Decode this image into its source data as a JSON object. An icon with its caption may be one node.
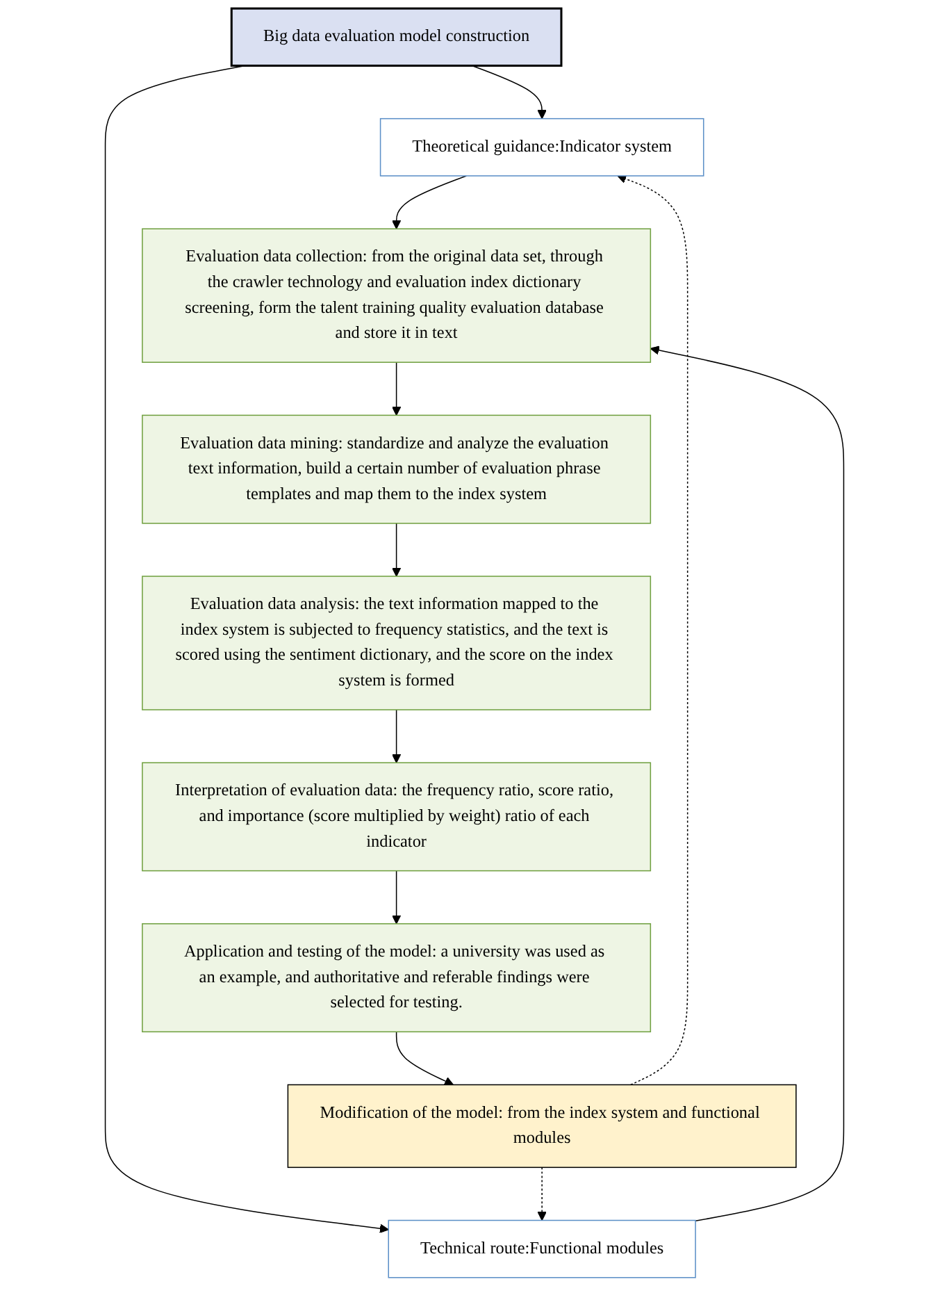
{
  "diagram": {
    "nodes": [
      {
        "text": [
          "Big data evaluation model construction"
        ]
      },
      {
        "text": [
          "Theoretical guidance:Indicator system"
        ]
      },
      {
        "text": [
          "Technical route:Functional modules"
        ]
      },
      {
        "text": [
          "Evaluation data collection: from the original data set, through the crawler technology and evaluation index dictionary screening, form the talent training quality evaluation database and store it in text"
        ]
      },
      {
        "text": [
          "Evaluation data mining: standardize and analyze the evaluation text information, build a certain number of evaluation phrase templates and map them to the index system"
        ]
      },
      {
        "text": [
          "Evaluation data analysis: the text information mapped to the index system is subjected to frequency statistics, and the text is scored using the sentiment dictionary, and the score on the index system is formed"
        ]
      },
      {
        "text": [
          "Interpretation of evaluation data: the frequency ratio, score ratio, and importance (score multiplied by weight) ratio of each indicator"
        ]
      },
      {
        "text": [
          "Application and testing of the model: a university was used as an example, and authoritative and referable findings were selected for testing."
        ]
      },
      {
        "text": [
          "Modification of the model: from the index system and functional modules"
        ]
      }
    ],
    "edges": [
      {
        "from": 0,
        "to": 1,
        "arrow": "to"
      },
      {
        "from": 0,
        "to": 2,
        "arrow": "to"
      },
      {
        "from": 1,
        "to": 3,
        "arrow": "to"
      },
      {
        "from": 2,
        "to": 3,
        "arrow": "to"
      },
      {
        "from": 3,
        "to": 4,
        "arrow": "to"
      },
      {
        "from": 4,
        "to": 5,
        "arrow": "to"
      },
      {
        "from": 5,
        "to": 6,
        "arrow": "to"
      },
      {
        "from": 6,
        "to": 7,
        "arrow": "to"
      },
      {
        "from": 7,
        "to": 8,
        "arrow": "to"
      },
      {
        "from": 8,
        "to": 1,
        "arrow": "to",
        "style": "dashed"
      },
      {
        "from": 8,
        "to": 2,
        "arrow": "to",
        "style": "dashed"
      }
    ]
  }
}
